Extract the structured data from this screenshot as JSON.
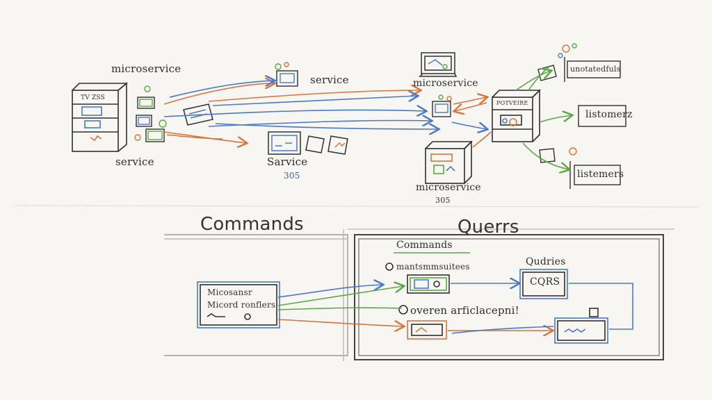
{
  "colors": {
    "ink": "#2f2f2f",
    "blue": "#4a78c8",
    "orange": "#d9743a",
    "green": "#5aa845",
    "paper": "#f7f6f2"
  },
  "top": {
    "label_microservice_left": "microservice",
    "label_service_left": "service",
    "label_service_top": "service",
    "label_service_mid": "Sarvice",
    "label_num_mid": "305",
    "label_microservice_right_top": "microservice",
    "label_microservice_right_bottom": "microservice",
    "label_num_right": "305",
    "label_notifications": "unotatedfuls",
    "label_listeners_top": "listomerz",
    "label_listeners_bottom": "listemers",
    "server_left_text": "TV ZSS",
    "server_right_text": "POTVEIRE"
  },
  "bottom": {
    "title_commands": "Commands",
    "title_queries": "Querrs",
    "sub_commands": "Commands",
    "box_left_line1": "Micosansr",
    "box_left_line2": "Micord ronflers",
    "item1_text": "mantsmmsuitees",
    "item2_text": "overen arficlacepni!",
    "queries_label": "Qudries",
    "cqrs_label": "CQRS"
  }
}
